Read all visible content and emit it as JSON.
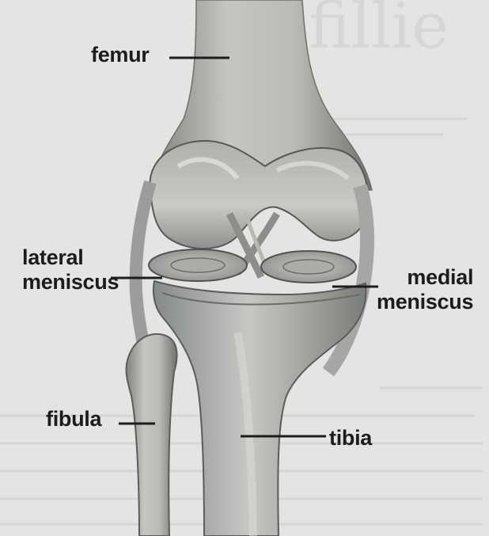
{
  "labels": {
    "femur": "femur",
    "lateral_meniscus": [
      "lateral",
      "meniscus"
    ],
    "medial_meniscus": [
      "medial",
      "meniscus"
    ],
    "fibula": "fibula",
    "tibia": "tibia"
  },
  "colors": {
    "paper": "#e4e5e3",
    "bone_light": "#c9cbc8",
    "bone_mid": "#9c9f9b",
    "bone_dark": "#5d605c",
    "leader": "#1c1c1c"
  }
}
